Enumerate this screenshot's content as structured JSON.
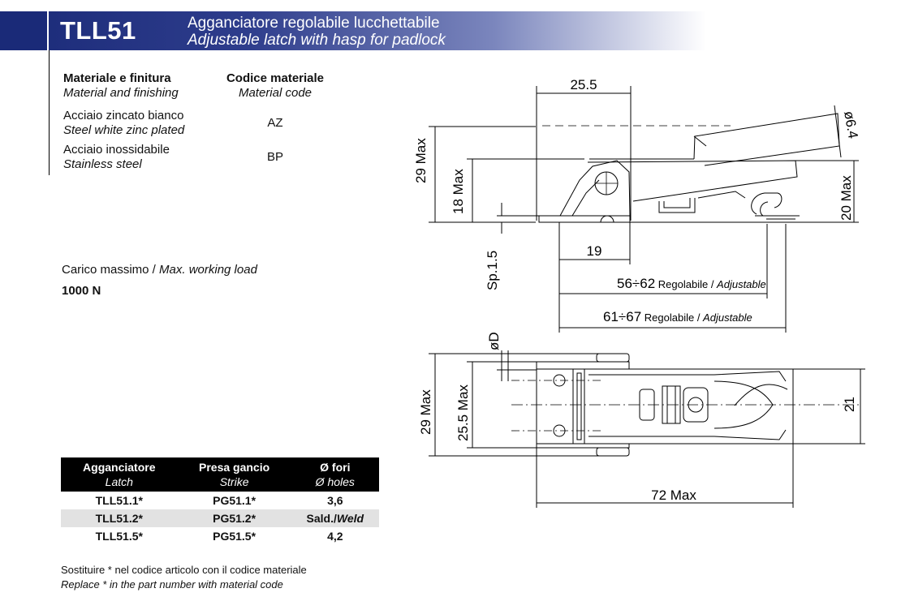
{
  "header": {
    "code": "TLL51",
    "title_it": "Agganciatore regolabile lucchettabile",
    "title_en": "Adjustable latch with hasp for padlock"
  },
  "materials": {
    "col1_it": "Materiale e finitura",
    "col1_en": "Material and finishing",
    "col2_it": "Codice materiale",
    "col2_en": "Material code",
    "rows": [
      {
        "it": "Acciaio zincato bianco",
        "en": "Steel white zinc plated",
        "code": "AZ"
      },
      {
        "it": "Acciaio inossidabile",
        "en": "Stainless steel",
        "code": "BP"
      }
    ]
  },
  "load": {
    "label_it": "Carico massimo / ",
    "label_en": "Max. working load",
    "value": "1000 N"
  },
  "latch_table": {
    "headers": [
      {
        "it": "Agganciatore",
        "en": "Latch"
      },
      {
        "it": "Presa gancio",
        "en": "Strike"
      },
      {
        "it": "Ø fori",
        "en": "Ø holes"
      }
    ],
    "rows": [
      {
        "latch": "TLL51.1*",
        "strike": "PG51.1*",
        "holes": "3,6"
      },
      {
        "latch": "TLL51.2*",
        "strike": "PG51.2*",
        "holes_it": "Sald./",
        "holes_en": "Weld"
      },
      {
        "latch": "TLL51.5*",
        "strike": "PG51.5*",
        "holes": "4,2"
      }
    ]
  },
  "note": {
    "it": "Sostituire * nel codice articolo con il codice materiale",
    "en": "Replace * in the part number with material code"
  },
  "dims": {
    "width_top": "25.5",
    "hole": "ø6.4",
    "h_29max": "29 Max",
    "h_18max": "18 Max",
    "h_20max": "20 Max",
    "sp": "Sp.1.5",
    "d19": "19",
    "d56": "56÷62",
    "d61": "61÷67",
    "regolabile": " Regolabile / ",
    "adjustable": "Adjustable",
    "phiD": "øD",
    "h_29max_b": "29 Max",
    "h_255max": "25.5 Max",
    "d21": "21",
    "d72": "72 Max"
  }
}
